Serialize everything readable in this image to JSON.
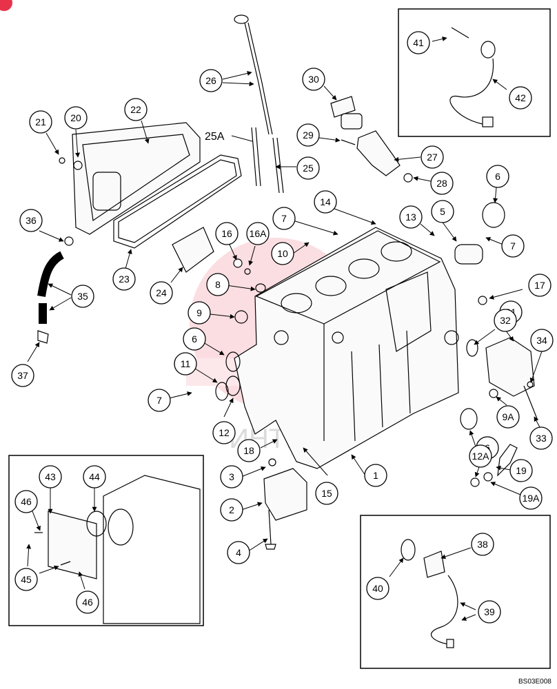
{
  "diagram": {
    "reference_code": "BS03E008",
    "callouts": [
      "1",
      "2",
      "3",
      "4",
      "5",
      "6",
      "6",
      "6",
      "6",
      "7",
      "7",
      "7",
      "8",
      "9",
      "9A",
      "10",
      "11",
      "12",
      "12A",
      "13",
      "14",
      "15",
      "16",
      "16A",
      "17",
      "18",
      "19",
      "19A",
      "20",
      "21",
      "22",
      "23",
      "24",
      "25",
      "26",
      "27",
      "28",
      "29",
      "30",
      "31",
      "32",
      "33",
      "34",
      "35",
      "36",
      "37",
      "38",
      "39",
      "40",
      "41",
      "42",
      "43",
      "44",
      "45",
      "46",
      "46"
    ],
    "free_label_25a": "25A",
    "watermark_text": "ИНТЕХ",
    "accent_color": "#e8324a"
  }
}
